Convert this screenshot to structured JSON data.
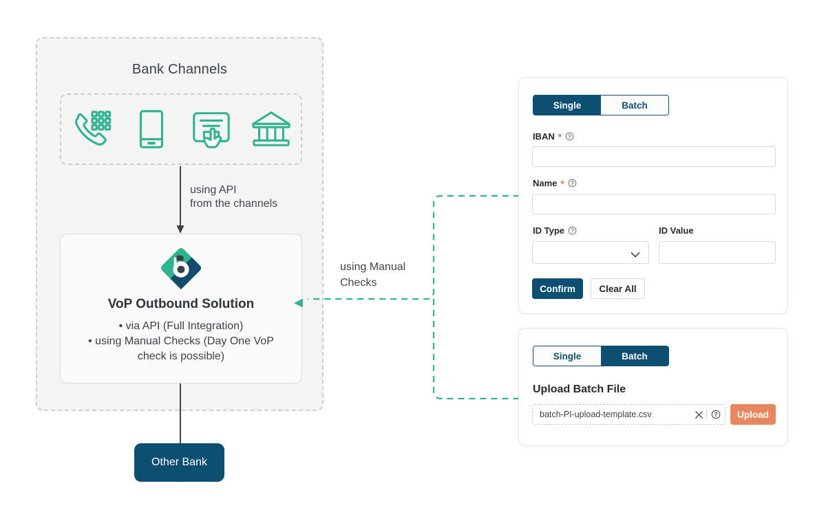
{
  "diagram": {
    "bank_channels": {
      "title": "Bank Channels",
      "icons": [
        {
          "name": "phone-keypad-icon",
          "label": "Phone banking"
        },
        {
          "name": "mobile-phone-icon",
          "label": "Mobile banking"
        },
        {
          "name": "online-form-click-icon",
          "label": "Online banking"
        },
        {
          "name": "bank-building-icon",
          "label": "Branch banking"
        }
      ]
    },
    "api_arrow_label": "using API\nfrom the channels",
    "vop_box": {
      "logo_name": "vop-brand-logo",
      "title": "VoP Outbound Solution",
      "bullets": [
        "• via API (Full Integration)",
        "• using Manual Checks (Day One VoP",
        "check is possible)"
      ]
    },
    "other_bank_label": "Other Bank",
    "manual_connector_label": "using Manual\nChecks"
  },
  "single_card": {
    "toggle": {
      "active": "Single",
      "inactive": "Batch"
    },
    "fields": {
      "iban": {
        "label": "IBAN",
        "required": "*",
        "value": "",
        "placeholder": ""
      },
      "name": {
        "label": "Name",
        "required": "*",
        "value": "",
        "placeholder": ""
      },
      "id_type": {
        "label": "ID Type",
        "value": "",
        "placeholder": ""
      },
      "id_value": {
        "label": "ID Value",
        "value": "",
        "placeholder": ""
      }
    },
    "buttons": {
      "confirm": "Confirm",
      "clear_all": "Clear All"
    }
  },
  "batch_card": {
    "toggle": {
      "inactive": "Single",
      "active": "Batch"
    },
    "heading": "Upload Batch File",
    "file_name": "batch-PI-upload-template.csv",
    "upload_button": "Upload"
  },
  "colors": {
    "navy": "#0d4f70",
    "teal": "#2fb390",
    "salmon": "#e8875f",
    "panel_bg": "#f4f4f4",
    "dashed_grey": "#cfcfcf",
    "arrow_dark": "#3c4248"
  }
}
